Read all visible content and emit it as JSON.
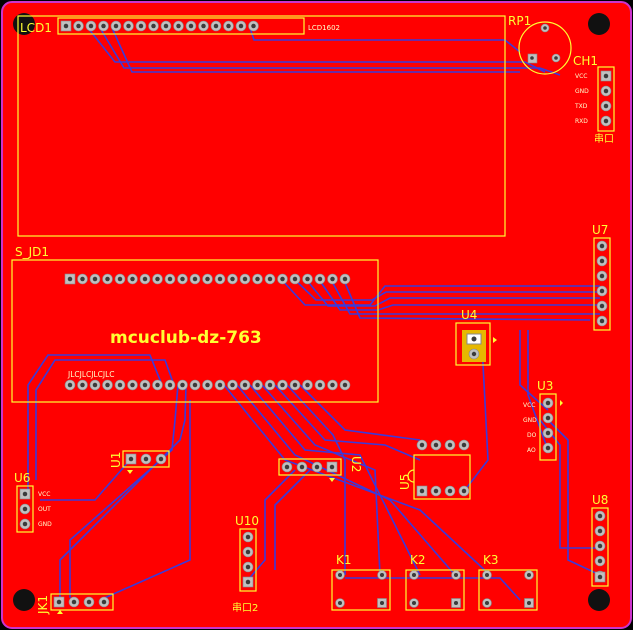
{
  "board": {
    "title": "mcuclub-dz-763",
    "colors": {
      "copper": "#ff0000",
      "silkscreen": "#ffff33",
      "trace": "#3a3adc",
      "pad": "#d9d9d9",
      "outline": "#cc33cc"
    }
  },
  "components": {
    "lcd1": {
      "ref": "LCD1",
      "label": "LCD1602"
    },
    "rp1": {
      "ref": "RP1"
    },
    "ch1": {
      "ref": "CH1",
      "pins": [
        "VCC",
        "GND",
        "TXD",
        "RXD"
      ],
      "label": "串口"
    },
    "sjd1": {
      "ref": "S_JD1",
      "jlc": "JLCJLCJLCJLC"
    },
    "u7": {
      "ref": "U7"
    },
    "u4": {
      "ref": "U4"
    },
    "u3": {
      "ref": "U3",
      "pins": [
        "VCC",
        "GND",
        "DO",
        "AO"
      ]
    },
    "u6": {
      "ref": "U6",
      "pins": [
        "VCC",
        "OUT",
        "GND"
      ]
    },
    "u1": {
      "ref": "U1"
    },
    "u2": {
      "ref": "U2"
    },
    "u5": {
      "ref": "U5"
    },
    "u10": {
      "ref": "U10",
      "label": "串口2"
    },
    "u8": {
      "ref": "U8"
    },
    "jk1": {
      "ref": "JK1"
    },
    "k1": {
      "ref": "K1"
    },
    "k2": {
      "ref": "K2"
    },
    "k3": {
      "ref": "K3"
    }
  }
}
